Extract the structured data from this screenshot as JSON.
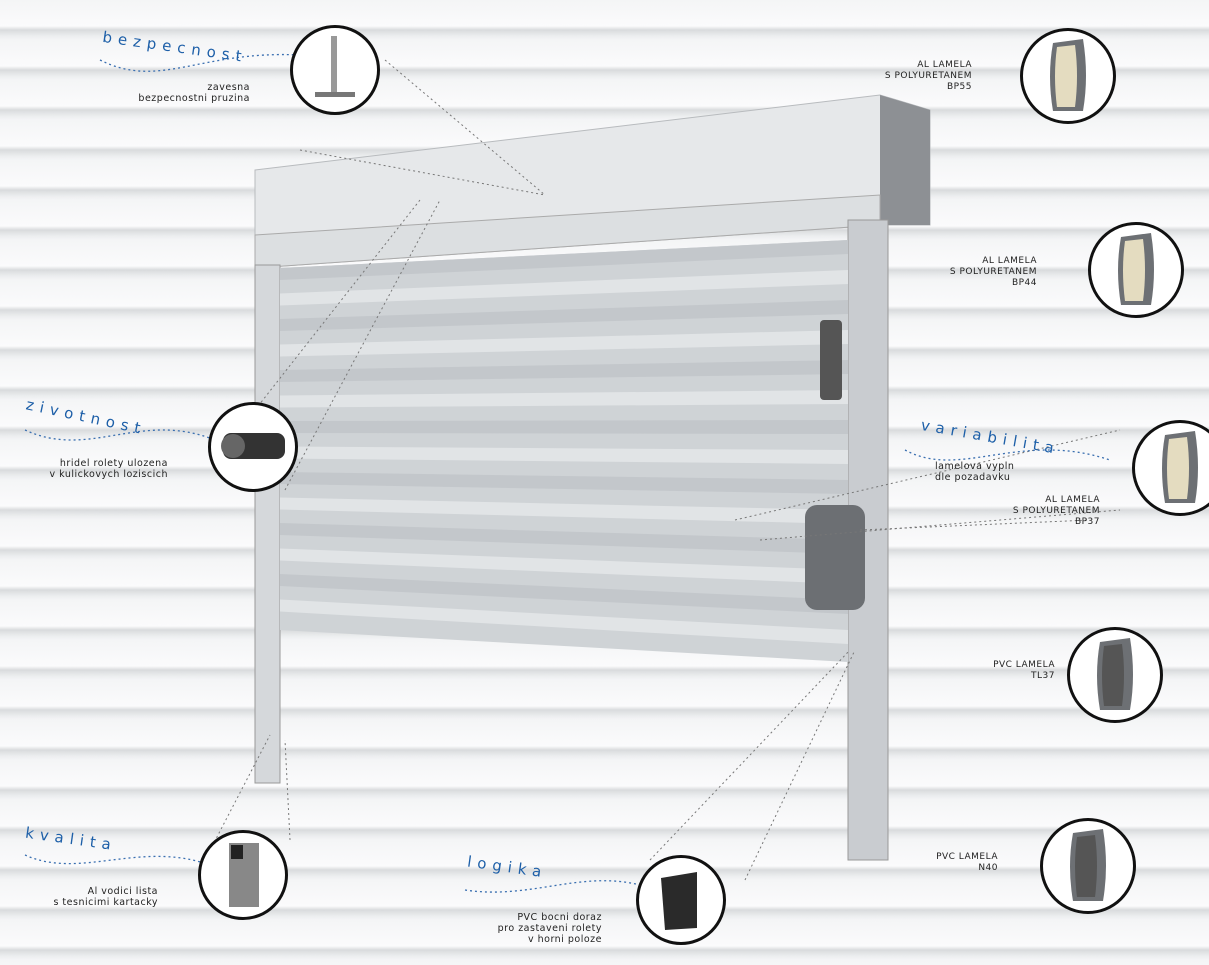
{
  "features": [
    {
      "category": "bezpecnost",
      "caption": [
        "zavesna",
        "bezpecnostni pruzina"
      ]
    },
    {
      "category": "zivotnost",
      "caption": [
        "hridel rolety ulozena",
        "v kulickovych loziscich"
      ]
    },
    {
      "category": "variabilita",
      "caption": [
        "lamelova vypln",
        "dle pozadavku"
      ]
    },
    {
      "category": "kvalita",
      "caption": [
        "Al vodici lista",
        "s tesnicimi kartacky"
      ]
    },
    {
      "category": "logika",
      "caption": [
        "PVC bocni doraz",
        "pro zastaveni rolety",
        "v horni poloze"
      ]
    }
  ],
  "slats": [
    {
      "line1": "AL LAMELA",
      "line2": "S POLYURETANEM",
      "code": "BP55"
    },
    {
      "line1": "AL LAMELA",
      "line2": "S POLYURETANEM",
      "code": "BP44"
    },
    {
      "line1": "AL LAMELA",
      "line2": "S POLYURETANEM",
      "code": "BP37"
    },
    {
      "line1": "PVC LAMELA",
      "code": "TL37"
    },
    {
      "line1": "PVC LAMELA",
      "code": "N40"
    }
  ]
}
